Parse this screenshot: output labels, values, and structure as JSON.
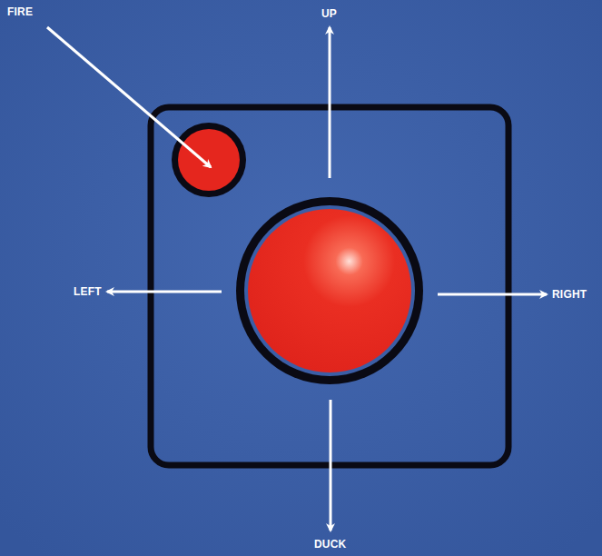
{
  "diagram": {
    "labels": [
      "FIRE",
      "UP",
      "LEFT",
      "RIGHT",
      "DUCK"
    ]
  }
}
